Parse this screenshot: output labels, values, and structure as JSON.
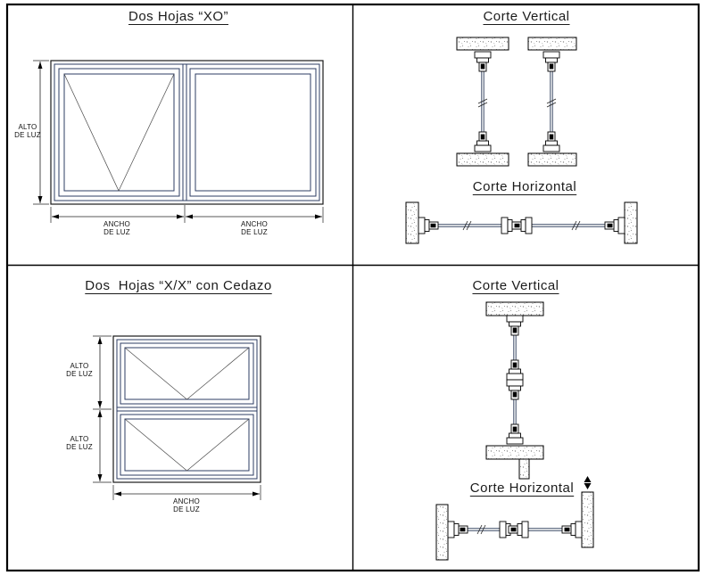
{
  "quadrants": {
    "xo": {
      "title": "Dos Hojas “XO”",
      "alto_label": "ALTO\nDE LUZ",
      "ancho_left_label": "ANCHO\nDE LUZ",
      "ancho_right_label": "ANCHO\nDE LUZ",
      "corte_vertical_title": "Corte Vertical",
      "corte_horizontal_title": "Corte Horizontal"
    },
    "xx": {
      "title": "Dos  Hojas “X/X” con Cedazo",
      "alto_top_label": "ALTO\nDE LUZ",
      "alto_bottom_label": "ALTO\nDE LUZ",
      "ancho_label": "ANCHO\nDE LUZ",
      "corte_vertical_title": "Corte Vertical",
      "corte_horizontal_title": "Corte Horizontal"
    }
  },
  "colors": {
    "ink": "#1a1a1a",
    "frame_blue": "#2e3c63",
    "hatch_gray": "#8a8a8a"
  }
}
